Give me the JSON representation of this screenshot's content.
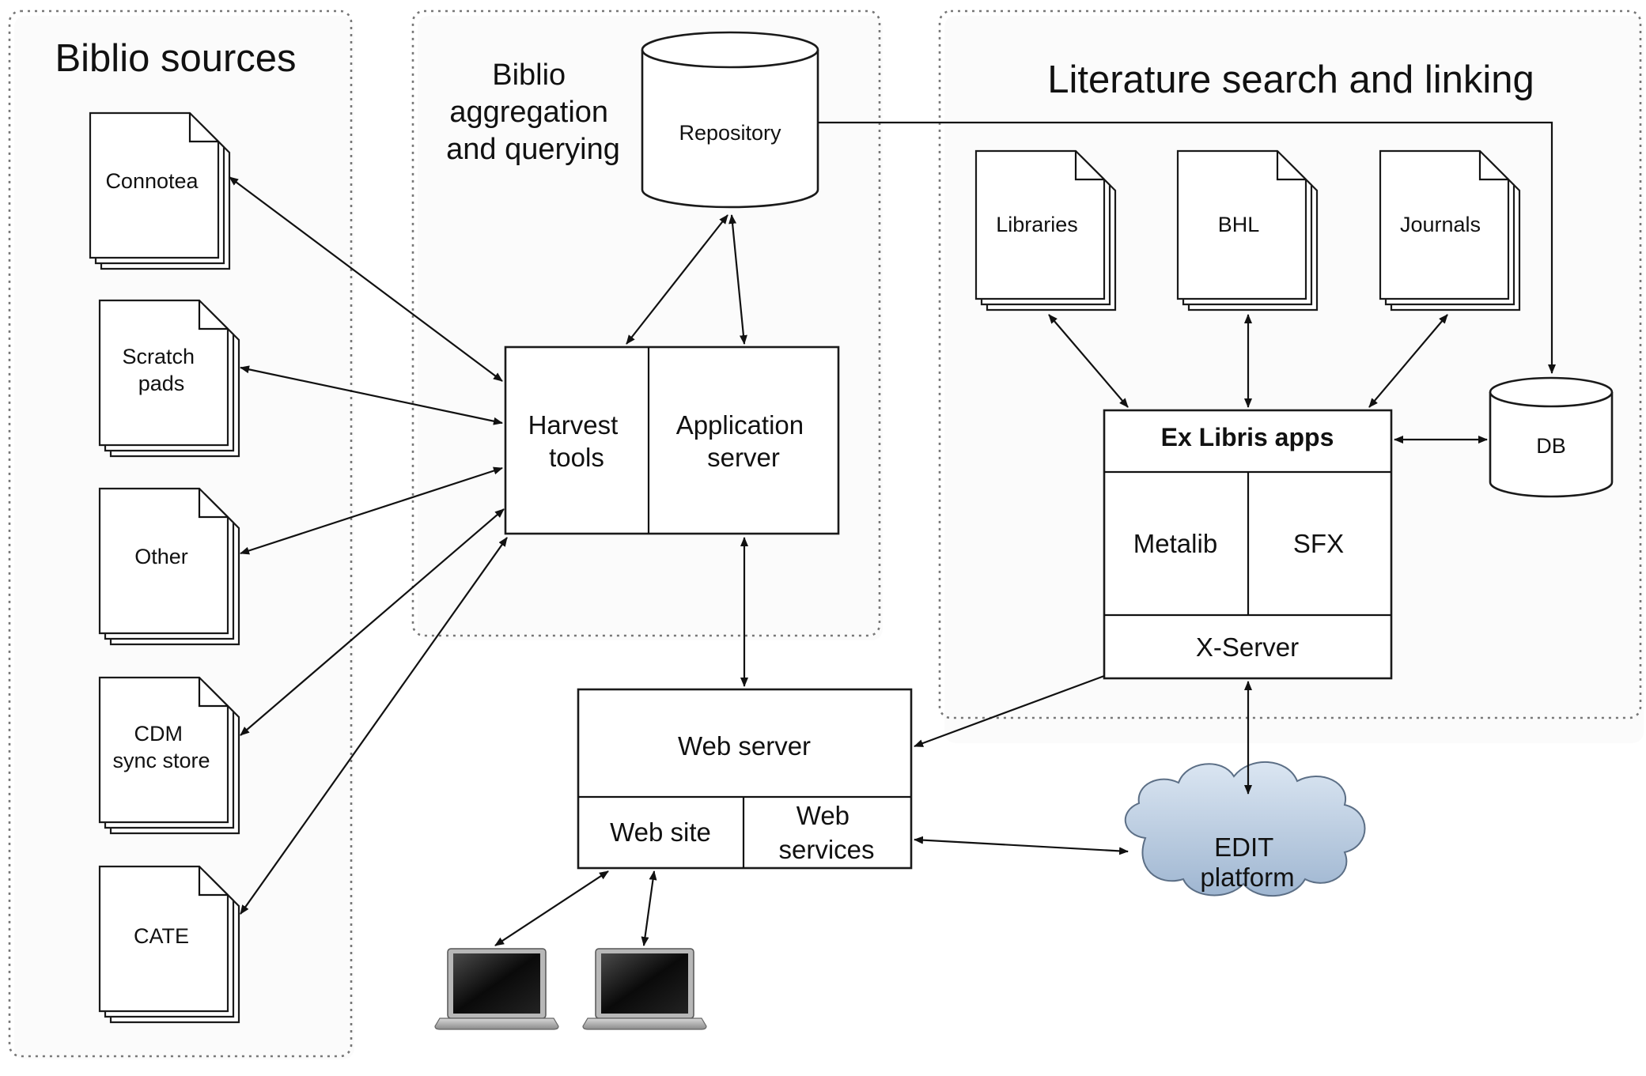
{
  "groups": {
    "sources_title": "Biblio sources",
    "aggregation_title": [
      "Biblio",
      "aggregation",
      "and querying"
    ],
    "literature_title": "Literature search and linking"
  },
  "sources": {
    "connotea": [
      "Connotea"
    ],
    "scratchpads": [
      "Scratch",
      "pads"
    ],
    "other": [
      "Other"
    ],
    "cdm": [
      "CDM",
      "sync store"
    ],
    "cate": [
      "CATE"
    ]
  },
  "aggregation": {
    "repository": "Repository",
    "harvest_tools": [
      "Harvest",
      "tools"
    ],
    "application_server": [
      "Application",
      "server"
    ]
  },
  "literature": {
    "libraries": "Libraries",
    "bhl": "BHL",
    "journals": "Journals",
    "db": "DB",
    "exlibris": {
      "title": "Ex Libris apps",
      "metalib": "Metalib",
      "sfx": "SFX",
      "xserver": "X-Server"
    }
  },
  "web": {
    "web_server": "Web server",
    "web_site": "Web site",
    "web_services": [
      "Web",
      "services"
    ]
  },
  "edit_platform": [
    "EDIT",
    "platform"
  ],
  "icons": [
    "laptop-icon",
    "laptop-icon"
  ]
}
